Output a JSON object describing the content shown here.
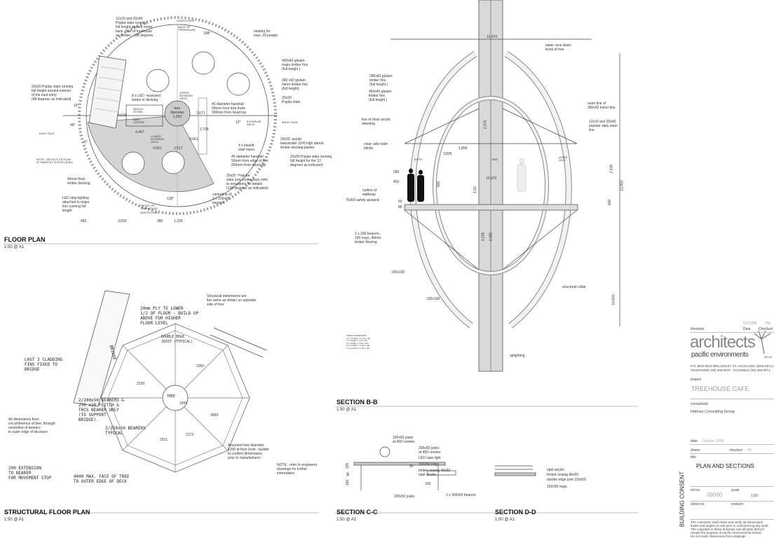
{
  "floor_plan": {
    "title": "FLOOR PLAN",
    "scale": "1:50 @ A1",
    "notes": [
      "12x20 and 20x40\nPoplar slats running\nfull height around entire\nback  face of treehouse\nas shown - 198 degrees",
      "seating for\nmax. 18 people",
      "450x42 glulam\nmajor timber fins\n(full height )",
      "280 x42 glulam\nminor timber fins\n(full height)",
      "20x30\nPoplar slats",
      "20x30 Poplar slats running\nfull height around exterior\nof the east entry\n(48 degrees as indicated)",
      "8 x LED  recessed\nlamps in decking",
      "45 diameter handrail\n50mm from tree trunk\n900mm from tread top",
      "20x30  poplar\nbalustrade 1100 high above\ntimber decking planks",
      "4 x backlit\nstair risers",
      "45 diameter handrail\n50mm from edge of fins\n900mm from tread top",
      "20x30 Poplar slats running\nfull height for the 12\ndegrees as indicated",
      "40mm thick\ntimber decking",
      "20x30  Popular\nslats (not continuous) refer\nto elevations for details\n(138 degrees as indicated)",
      "LED strip lighting\nattached to major\nfins running full\nlength",
      "centreline of\n2 x 200x50\nbearers"
    ],
    "tags": [
      "SOUTH FACE",
      "BACK OF\nTREEHOUSE",
      "EAST FACE",
      "WEST FACE",
      "FRONT OF\nTREEHOUSE",
      "NORTH FACE",
      "NOTE : SETOUT OF PLAN\nIS TAKEN AT FLOOR LEVEL",
      "BENCH\nSTORE",
      "BAR /\nCOFFEE",
      "UPPER\nINTERIOR\nDECK",
      "LOWER\nINTERIOR\nDECK",
      "EXTERIOR\nDECK",
      "tree\ndiameter\n1,200"
    ],
    "angles": [
      "198°",
      "15°",
      "48°",
      "6°",
      "12°",
      "138°"
    ],
    "dims": [
      "450",
      "3,650",
      "380",
      "1,200",
      "4,631",
      "2,671",
      "4,467",
      "4,061",
      "3,517",
      "3,061",
      "2,709"
    ]
  },
  "structural_plan": {
    "title": "STRUCTURAL FLOOR PLAN",
    "scale": "1:50 @ A1",
    "notes": [
      "Structural dimensions are\nthe same as shown on opposite\nside of tree",
      "All dimensions from\ncircumference of tree, through\ncentreline of bearers\nto outer edge of structure",
      "Assumed tree diameter\n1200 at floor level - builder\nto confirm dimensions\nprior to manufacturer.",
      "NOTE : refer to engineers\ndrawings for further\ninformation"
    ],
    "handwritten": [
      "20mm PLY TO LOWER\n1/2 OF FLOOR - BUILD UP\nABOVE FOR HIGHER\nFLOOR LEVEL",
      "LAST 3 CLADDING\nFINS FIXED TO\nBRIDGE",
      "2/200x50 BEARERS &\n250 x10 FLITCH &\nTHIS BEARER ONLY\n(TO SUPPORT\nBRIDGE).",
      "2/250x50 BEARERS\nTYPICAL",
      "200 EXTENSION\nTO BEARER\nFOR MOVEMENT STOP",
      "4000 MAX. FACE OF TREE\nTO OUTER EDGE OF DECK",
      "DOUBLE EDGE\nJOIST (TYPICAL)",
      "BRIDGE",
      "TREE"
    ],
    "dims": [
      "1941",
      "2350",
      "3000",
      "2172",
      "2311",
      "2330"
    ]
  },
  "section_bb": {
    "title": "SECTION B-B",
    "scale": "1:50 @ A1",
    "notes": [
      "water runs down\ntrunk of tree",
      "280x42 glulam\ntimber fins\n(full height )",
      "450x42 glulam\ntimber fins\n(full height )",
      "outer line of\n280x42 minor fins",
      "line of clear acrylic\nsheeting",
      "12x20 and 20x40\npopular slats outer\nline",
      "clear cafe roller\nblinds",
      "outline of\nwalkway",
      "75x50 safety upstand",
      "2 x 300 bearers,\n150 nogs, 40mm\ntimber flooring",
      "100x100",
      "100x100",
      "structural collar",
      "uplighting"
    ],
    "dims": [
      "10,470",
      "2,076",
      "1,896",
      "3,825",
      "10,472",
      "3,200",
      "3,390",
      "2,400",
      "600",
      "13,850",
      "10,000",
      "280",
      "450",
      "50",
      "85",
      "900",
      "1,50"
    ],
    "tags": [
      "ENTRY",
      "TREE",
      "UPPER\nDECK"
    ],
    "trunk_diameters": "TRUNK DIAMETERS\n1.6 m height = 1.10 m dia\n7 m height = 1.0 m dia\n9 m height = 1.05 m dia\n10 m height = 1.20 m dia\n11 m height = 1.10 m dia"
  },
  "section_cc": {
    "title": "SECTION C-C",
    "scale": "1:50 @ A1",
    "notes": [
      "150x50 joists\nat 450 centres",
      "200x50 joists\nat 450 centres",
      "LED rope light",
      "150x50 nogs",
      "timber nosing 40x60\nopal acrylic",
      "150x50 joists",
      "2 x 300x50 bearers"
    ],
    "dims": [
      "50",
      "125",
      "90",
      "150",
      "150"
    ]
  },
  "section_dd": {
    "title": "SECTION D-D",
    "scale": "1:50 @ A1",
    "notes": [
      "opal acrylic",
      "timber nosing 40x50",
      "double edge joist 150x50",
      "150x50 nogs"
    ]
  },
  "title_block": {
    "revision_date": "13/10/06",
    "revision_checked": "PE",
    "revision_label": "Revision",
    "date_label": "Date",
    "checked_label": "Checked",
    "logo_line1": "architects",
    "logo_line2": "pacific environments",
    "logo_suffix": "NZ ltd",
    "address": "P.O. BOX 6523 WELLESLEY ST, AUCKLAND, NEW ZEALAND\nTELEPHONE (09) 308-0070   FACSIMILE (09) 308-0071",
    "project_label": "project",
    "project": "TREEHOUSE CAFE",
    "consultants_label": "consultants",
    "consultants": "Holmes Consulting Group",
    "date_label2": "date",
    "date": "October 2006",
    "drawn_label": "drawn",
    "checked_label2": "checked",
    "checked": "PE",
    "title_label": "title",
    "title": "PLAN AND SECTIONS",
    "side_label": "BUILDING CONSENT",
    "ref_label": "ref no.",
    "ref": "08080",
    "scale_label": "scale",
    "scale": "1:50",
    "sheet_label": "sheet no.",
    "revision_label2": "revision",
    "disclaimer": "The contractor shall check and verify all dimensions,\nlevels and angles on site prior to commencing any work.\nThe copyright to these drawings and all parts thereof\nremain the property of pacific environments limited.\nDo not scale dimensions from drawings"
  }
}
